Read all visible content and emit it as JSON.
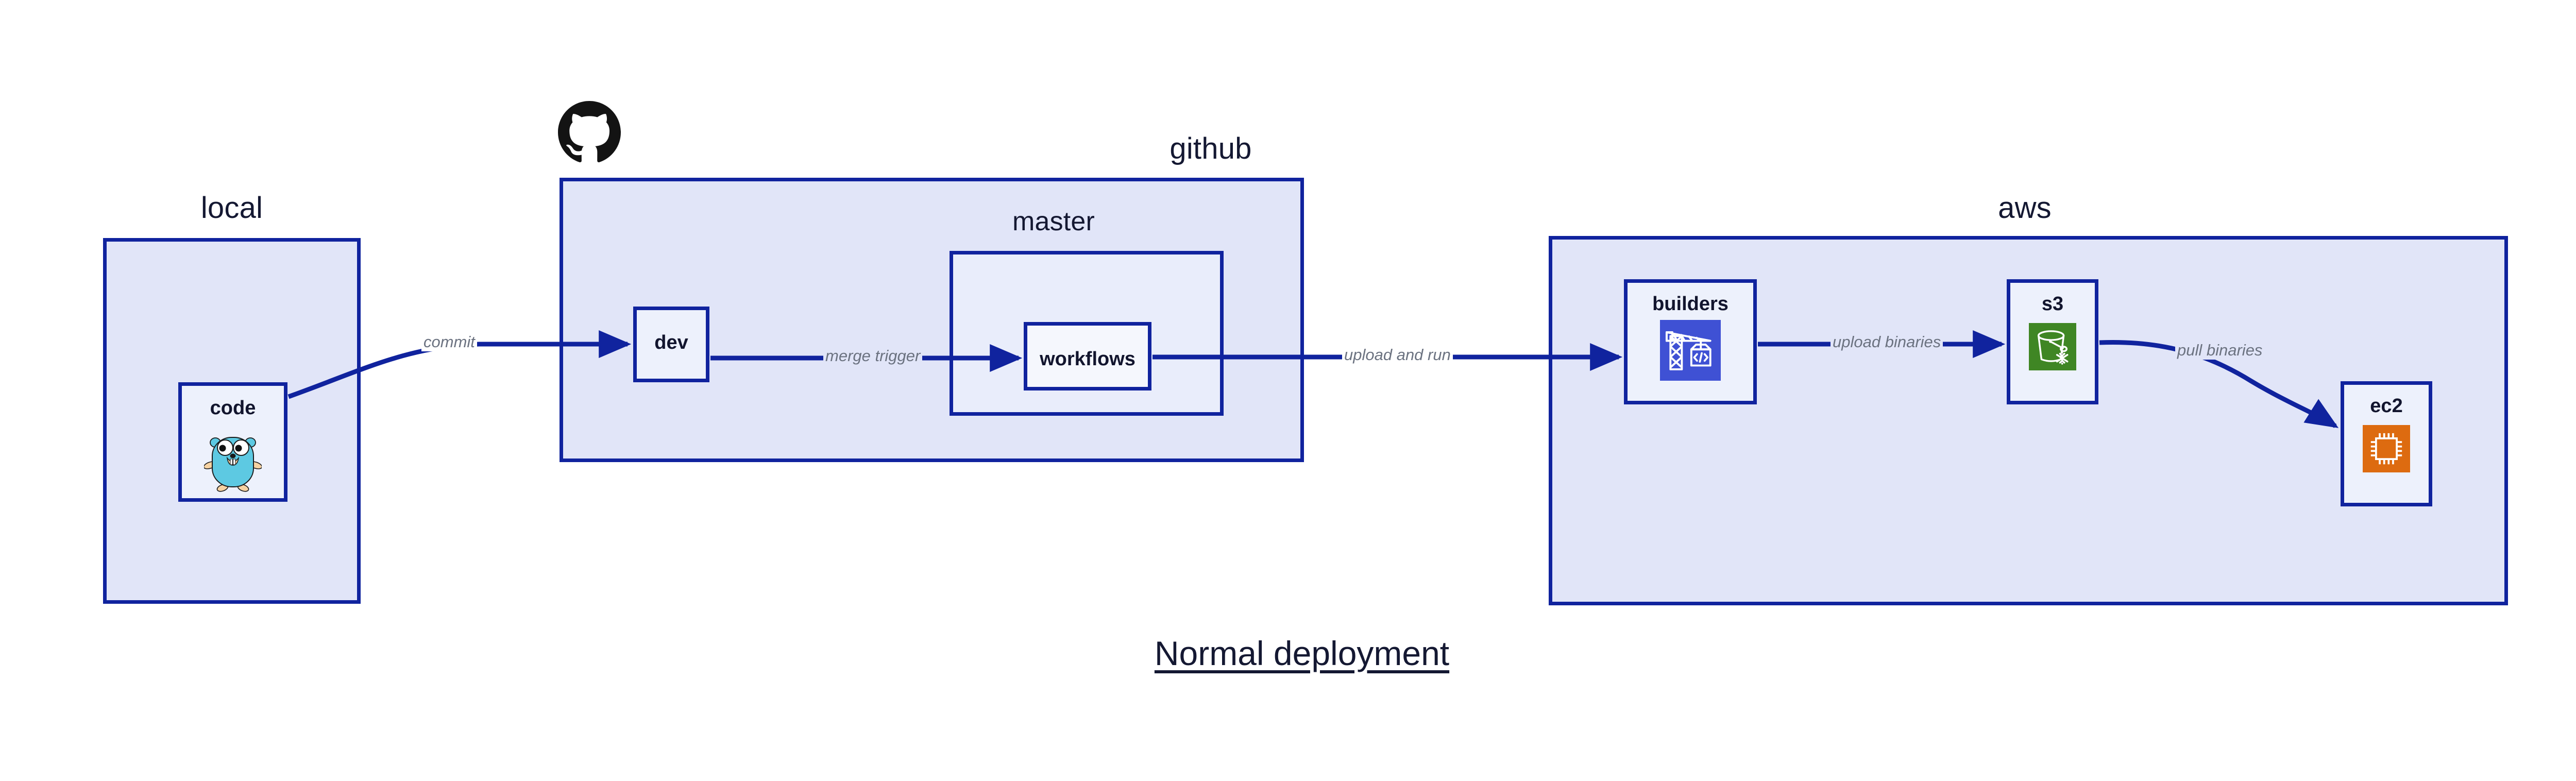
{
  "diagram": {
    "title": "Normal deployment",
    "background": "#ffffff",
    "accent_border": "#10239e",
    "group_fill": "#e1e5f8",
    "node_fill": "#edf1fc",
    "edge_color": "#10239e",
    "edge_label_color": "#6b7280",
    "text_color": "#141832"
  },
  "groups": [
    {
      "id": "local",
      "label": "local",
      "logo": null
    },
    {
      "id": "github",
      "label": "github",
      "logo": "github-octocat-logo"
    },
    {
      "id": "aws",
      "label": "aws",
      "logo": null
    }
  ],
  "subgroups": [
    {
      "id": "master",
      "label": "master",
      "parent": "github"
    }
  ],
  "nodes": [
    {
      "id": "code",
      "label": "code",
      "parent": "local",
      "icon": "go-gopher-icon",
      "icon_color": "#5dc9e2"
    },
    {
      "id": "dev",
      "label": "dev",
      "parent": "github",
      "icon": null,
      "icon_color": null
    },
    {
      "id": "workflows",
      "label": "workflows",
      "parent": "master",
      "icon": null,
      "icon_color": null
    },
    {
      "id": "builders",
      "label": "builders",
      "parent": "aws",
      "icon": "crane-code-icon",
      "icon_color": "#3f51d4"
    },
    {
      "id": "s3",
      "label": "s3",
      "parent": "aws",
      "icon": "s3-bucket-icon",
      "icon_color": "#3f8624"
    },
    {
      "id": "ec2",
      "label": "ec2",
      "parent": "aws",
      "icon": "ec2-chip-icon",
      "icon_color": "#dd6b10"
    }
  ],
  "edges": [
    {
      "id": "commit",
      "from": "code",
      "to": "dev",
      "label": "commit"
    },
    {
      "id": "merge-trigger",
      "from": "dev",
      "to": "workflows",
      "label": "merge trigger"
    },
    {
      "id": "upload-and-run",
      "from": "workflows",
      "to": "builders",
      "label": "upload and run"
    },
    {
      "id": "upload-binaries",
      "from": "builders",
      "to": "s3",
      "label": "upload binaries"
    },
    {
      "id": "pull-binaries",
      "from": "s3",
      "to": "ec2",
      "label": "pull binaries"
    }
  ]
}
